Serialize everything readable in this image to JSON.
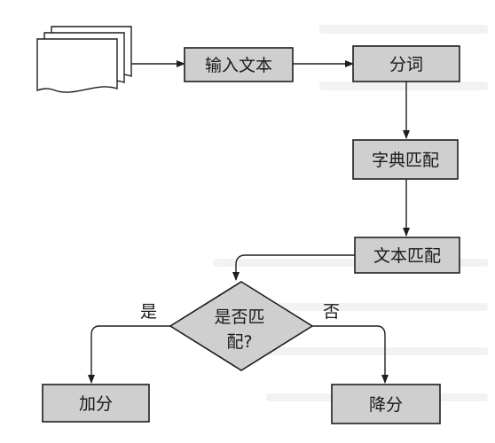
{
  "nodes": {
    "input_text": "输入文本",
    "segment": "分词",
    "dict_match": "字典匹配",
    "text_match": "文本匹配",
    "decision": "是否匹配?",
    "add_score": "加分",
    "minus_score": "降分"
  },
  "decision_lines": {
    "line1": "是否匹",
    "line2": "配?"
  },
  "branches": {
    "yes": "是",
    "no": "否"
  },
  "icons": {
    "document": "document-stack-icon"
  }
}
